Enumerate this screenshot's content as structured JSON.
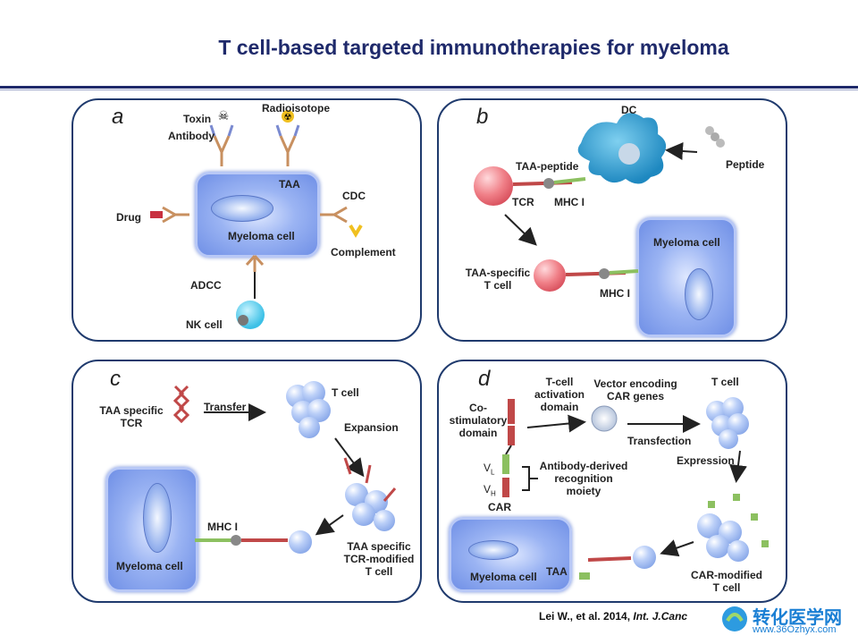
{
  "title": "T cell-based targeted immunotherapies for myeloma",
  "citation": {
    "authors": "Lei W., et al. 2014, ",
    "journal": "Int. J.Canc"
  },
  "watermark": {
    "name": "转化医学网",
    "url": "www.36Ozhyx.com"
  },
  "panel_a": {
    "letter": "a",
    "toxin": "Toxin",
    "antibody": "Antibody",
    "radioisotope": "Radioisotope",
    "taa": "TAA",
    "cdc": "CDC",
    "drug": "Drug",
    "myeloma_cell": "Myeloma cell",
    "complement": "Complement",
    "adcc": "ADCC",
    "nk_cell": "NK cell"
  },
  "panel_b": {
    "letter": "b",
    "dc": "DC",
    "taa_peptide": "TAA-peptide",
    "peptide": "Peptide",
    "tcr": "TCR",
    "mhc1_top": "MHC I",
    "myeloma_cell": "Myeloma cell",
    "taa_specific_line1": "TAA-specific",
    "taa_specific_line2": "T cell",
    "mhc1_bottom": "MHC I"
  },
  "panel_c": {
    "letter": "c",
    "taa_specific_tcr_line1": "TAA specific",
    "taa_specific_tcr_line2": "TCR",
    "transfer": "Transfer",
    "t_cell": "T cell",
    "expansion": "Expansion",
    "mhc1": "MHC I",
    "myeloma_cell": "Myeloma cell",
    "modified_line1": "TAA specific",
    "modified_line2": "TCR-modified",
    "modified_line3": "T cell"
  },
  "panel_d": {
    "letter": "d",
    "tcell_activation_line1": "T-cell",
    "tcell_activation_line2": "activation",
    "tcell_activation_line3": "domain",
    "vector_line1": "Vector encoding",
    "vector_line2": "CAR genes",
    "t_cell": "T cell",
    "costim_line1": "Co-",
    "costim_line2": "stimulatory",
    "costim_line3": "domain",
    "transfection": "Transfection",
    "vl": "V",
    "vl_sub": "L",
    "vh": "V",
    "vh_sub": "H",
    "antibody_line1": "Antibody-derived",
    "antibody_line2": "recognition",
    "antibody_line3": "moiety",
    "expression": "Expression",
    "car": "CAR",
    "myeloma_cell": "Myeloma cell",
    "taa": "TAA",
    "car_modified_line1": "CAR-modified",
    "car_modified_line2": "T cell"
  }
}
